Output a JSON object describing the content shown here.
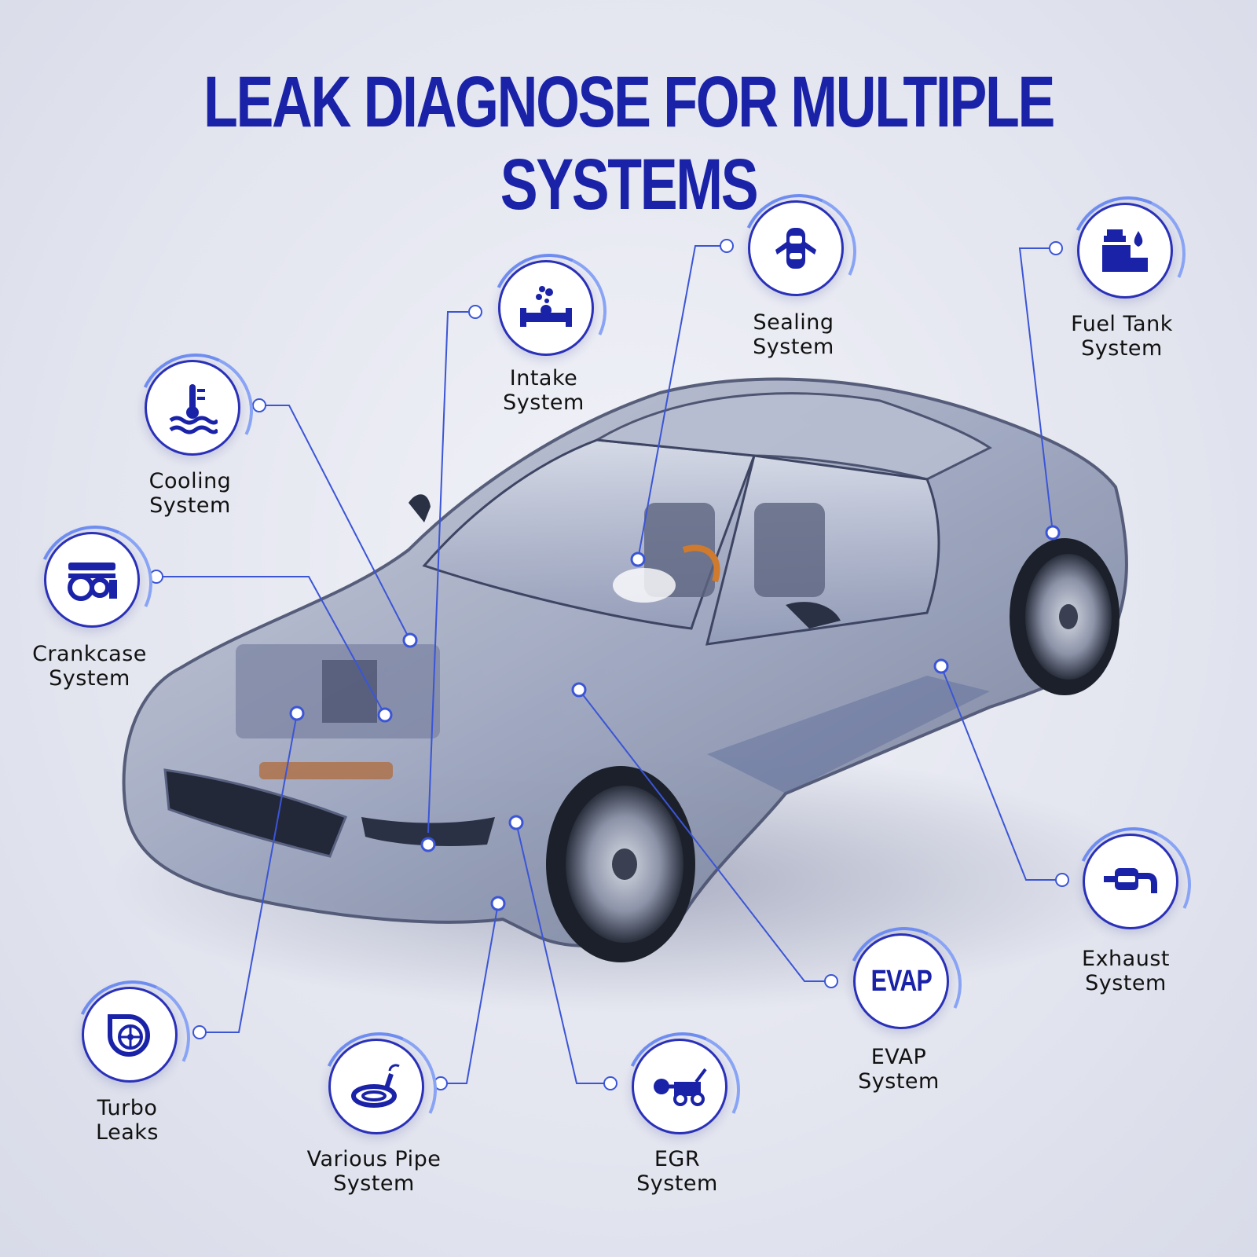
{
  "title": "LEAK DIAGNOSE FOR MULTIPLE SYSTEMS",
  "colors": {
    "brand_blue": "#1a22a8",
    "accent_blue": "#2a31b8",
    "line_blue": "#3b55d6"
  },
  "systems": [
    {
      "line1": "Intake",
      "line2": "System",
      "icon": "intake-pipe-icon"
    },
    {
      "line1": "Sealing",
      "line2": "System",
      "icon": "car-doors-icon"
    },
    {
      "line1": "Fuel Tank",
      "line2": "System",
      "icon": "fuel-tank-icon"
    },
    {
      "line1": "Cooling",
      "line2": "System",
      "icon": "coolant-temperature-icon"
    },
    {
      "line1": "Crankcase",
      "line2": "System",
      "icon": "engine-icon"
    },
    {
      "line1": "Exhaust",
      "line2": "System",
      "icon": "exhaust-muffler-icon"
    },
    {
      "line1": "EVAP",
      "line2": "System",
      "icon": "evap-icon",
      "icon_text": "EVAP"
    },
    {
      "line1": "Turbo",
      "line2": "Leaks",
      "icon": "turbo-icon"
    },
    {
      "line1": "Various Pipe",
      "line2": "System",
      "icon": "hose-pipe-icon"
    },
    {
      "line1": "EGR",
      "line2": "System",
      "icon": "egr-valve-icon"
    }
  ]
}
